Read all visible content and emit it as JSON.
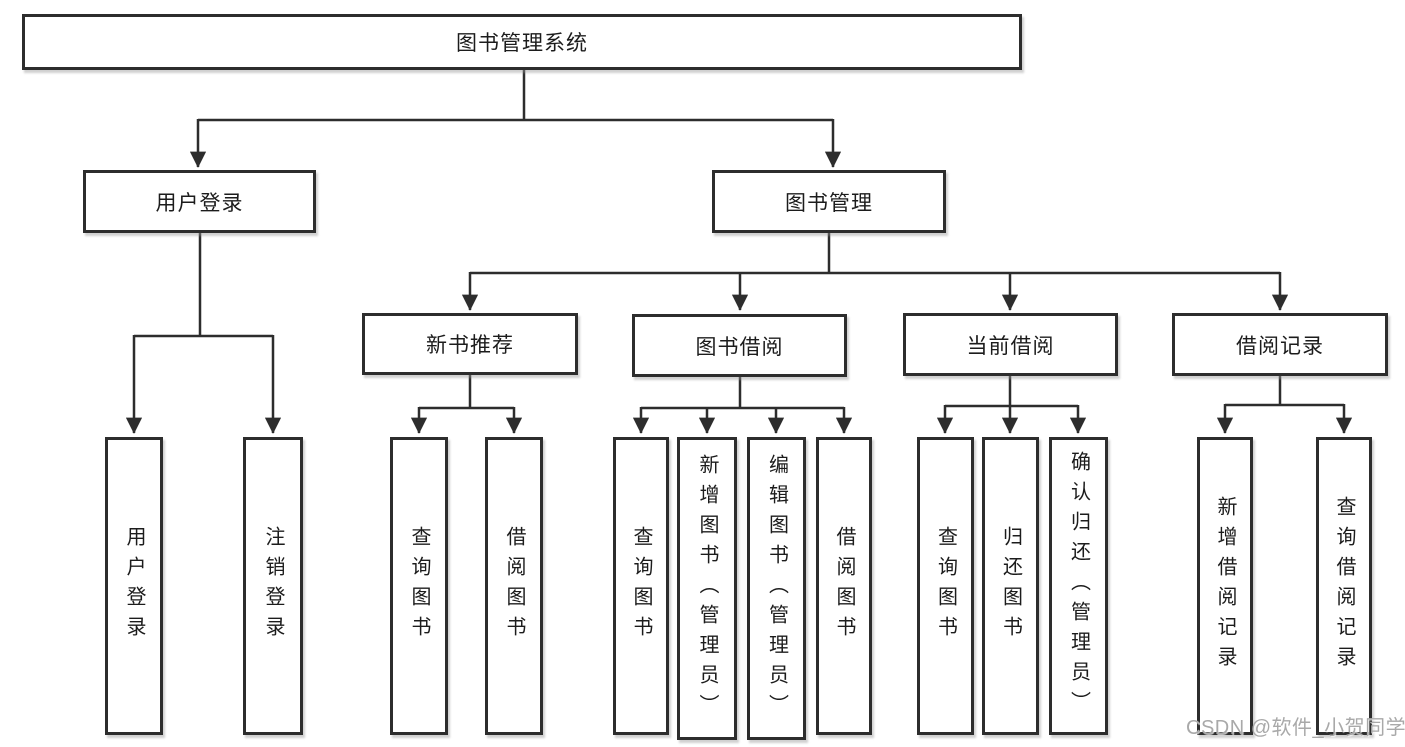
{
  "tree": {
    "root": "图书管理系统",
    "branches": [
      {
        "label": "用户登录",
        "leaves": [
          "用户登录",
          "注销登录"
        ]
      },
      {
        "label": "图书管理",
        "groups": [
          {
            "label": "新书推荐",
            "leaves": [
              "查询图书",
              "借阅图书"
            ]
          },
          {
            "label": "图书借阅",
            "leaves": [
              "查询图书",
              "新增图书（管理员）",
              "编辑图书（管理员）",
              "借阅图书"
            ]
          },
          {
            "label": "当前借阅",
            "leaves": [
              "查询图书",
              "归还图书",
              "确认归还（管理员）"
            ]
          },
          {
            "label": "借阅记录",
            "leaves": [
              "新增借阅记录",
              "查询借阅记录"
            ]
          }
        ]
      }
    ]
  },
  "watermark": "CSDN @软件_小贺同学",
  "colors": {
    "background": "#ffffff",
    "line": "#2d2d2d",
    "box_border": "#2d2d2d",
    "text": "#1c1c1c",
    "watermark": "#a9a9a9"
  }
}
